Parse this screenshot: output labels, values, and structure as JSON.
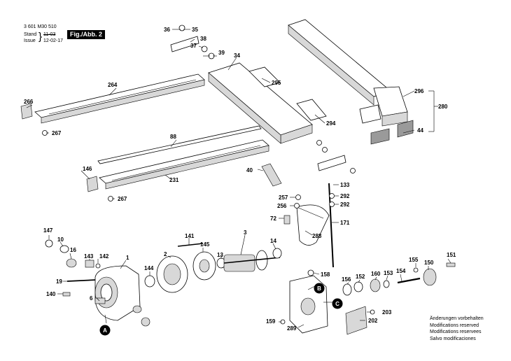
{
  "header": {
    "doc_number": "3 601 M30 510",
    "stand_label": "Stand",
    "stand_value_old": "11-03",
    "issue_label": "Issue",
    "issue_value": "12-02-17",
    "figure_label": "Fig./Abb. 2"
  },
  "notes": {
    "line1": "Änderungen vorbehalten",
    "line2": "Modifications reserved",
    "line3": "Modifications reservees",
    "line4": "Salvo modificaciones"
  },
  "callouts": {
    "p1": "1",
    "p2": "2",
    "p3": "3",
    "p6": "6",
    "p10": "10",
    "p13": "13",
    "p14": "14",
    "p16": "16",
    "p19": "19",
    "p34": "34",
    "p35": "35",
    "p36": "36",
    "p37": "37",
    "p38": "38",
    "p39": "39",
    "p40": "40",
    "p44": "44",
    "p72": "72",
    "p88": "88",
    "p133": "133",
    "p140": "140",
    "p141": "141",
    "p142": "142",
    "p143": "143",
    "p144": "144",
    "p145": "145",
    "p146": "146",
    "p147": "147",
    "p150": "150",
    "p151": "151",
    "p152": "152",
    "p153": "153",
    "p154": "154",
    "p155": "155",
    "p156": "156",
    "p158": "158",
    "p159": "159",
    "p160": "160",
    "p171": "171",
    "p202": "202",
    "p203": "203",
    "p231": "231",
    "p256": "256",
    "p257": "257",
    "p264": "264",
    "p266": "266",
    "p267a": "267",
    "p267b": "267",
    "p280": "280",
    "p288": "288",
    "p289": "289",
    "p292a": "292",
    "p292b": "292",
    "p294": "294",
    "p295": "295",
    "p296": "296"
  },
  "markers": {
    "a": "A",
    "b": "B",
    "c": "C"
  }
}
